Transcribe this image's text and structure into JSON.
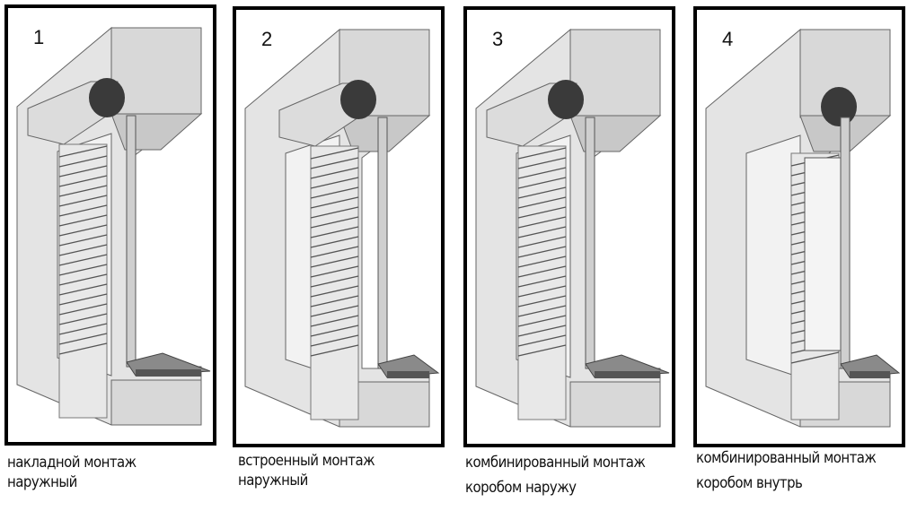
{
  "panels": [
    {
      "number": "1",
      "caption_line1": "накладной монтаж",
      "caption_line2": "наружный",
      "variant": "overlay-outside"
    },
    {
      "number": "2",
      "caption_line1": "встроенный монтаж",
      "caption_line2": "наружный",
      "variant": "built-in-outside"
    },
    {
      "number": "3",
      "caption_line1": "комбинированный  монтаж",
      "caption_line2": "коробом наружу",
      "variant": "combined-box-outside"
    },
    {
      "number": "4",
      "caption_line1": "комбинированный  монтаж",
      "caption_line2": "коробом внутрь",
      "variant": "combined-box-inside"
    }
  ],
  "colors": {
    "frame": "#000000",
    "wall": "#e4e4e4",
    "wall_dark": "#cfcfcf",
    "roll": "#3a3a3a",
    "sill": "#555555"
  }
}
